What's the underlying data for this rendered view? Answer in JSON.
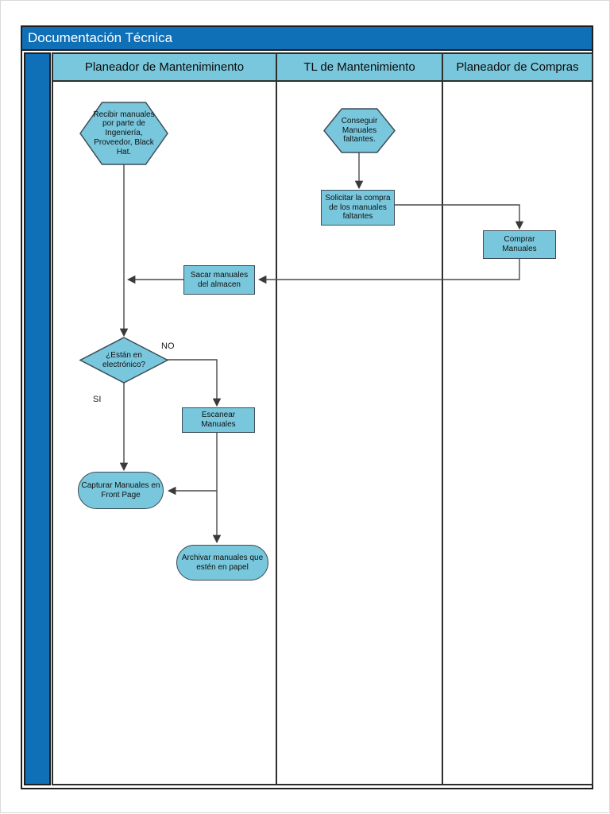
{
  "page": {
    "title": "Documentación Técnica"
  },
  "lanes": [
    {
      "label": "Planeador de Manteniminento"
    },
    {
      "label": "TL de Mantenimiento"
    },
    {
      "label": "Planeador de Compras"
    }
  ],
  "nodes": {
    "recibir": {
      "type": "hexagon",
      "lane": "Planeador de Manteniminento",
      "text": "Recibir manuales por parte de Ingeniería, Proveedor, Black Hat."
    },
    "conseguir": {
      "type": "hexagon",
      "lane": "TL de Mantenimiento",
      "text": "Conseguir Manuales faltantes."
    },
    "solicitar": {
      "type": "process",
      "lane": "TL de Mantenimiento",
      "text": "Solicitar la compra de los manuales faltantes"
    },
    "comprar": {
      "type": "process",
      "lane": "Planeador de Compras",
      "text": "Comprar Manuales"
    },
    "sacar": {
      "type": "process",
      "lane": "Planeador de Manteniminento",
      "text": "Sacar manuales del almacen"
    },
    "decision": {
      "type": "decision",
      "lane": "Planeador de Manteniminento",
      "text": "¿Están en electrónico?"
    },
    "escanear": {
      "type": "process",
      "lane": "Planeador de Manteniminento",
      "text": "Escanear Manuales"
    },
    "capturar": {
      "type": "terminator",
      "lane": "Planeador de Manteniminento",
      "text": "Capturar Manuales en Front Page"
    },
    "archivar": {
      "type": "terminator",
      "lane": "Planeador de Manteniminento",
      "text": "Archivar manuales que estén en papel"
    }
  },
  "edge_labels": {
    "no": "NO",
    "si": "SI"
  },
  "colors": {
    "title_bar": "#0F6FB7",
    "side_strip": "#0F6FB7",
    "lane_header_fill": "#79C7DC",
    "shape_fill": "#79C7DC",
    "shape_border": "#3E4D58",
    "connector": "#4A4A4A",
    "frame_border": "#1F1F1F",
    "title_text": "#FFFFFF",
    "text": "#101010"
  }
}
